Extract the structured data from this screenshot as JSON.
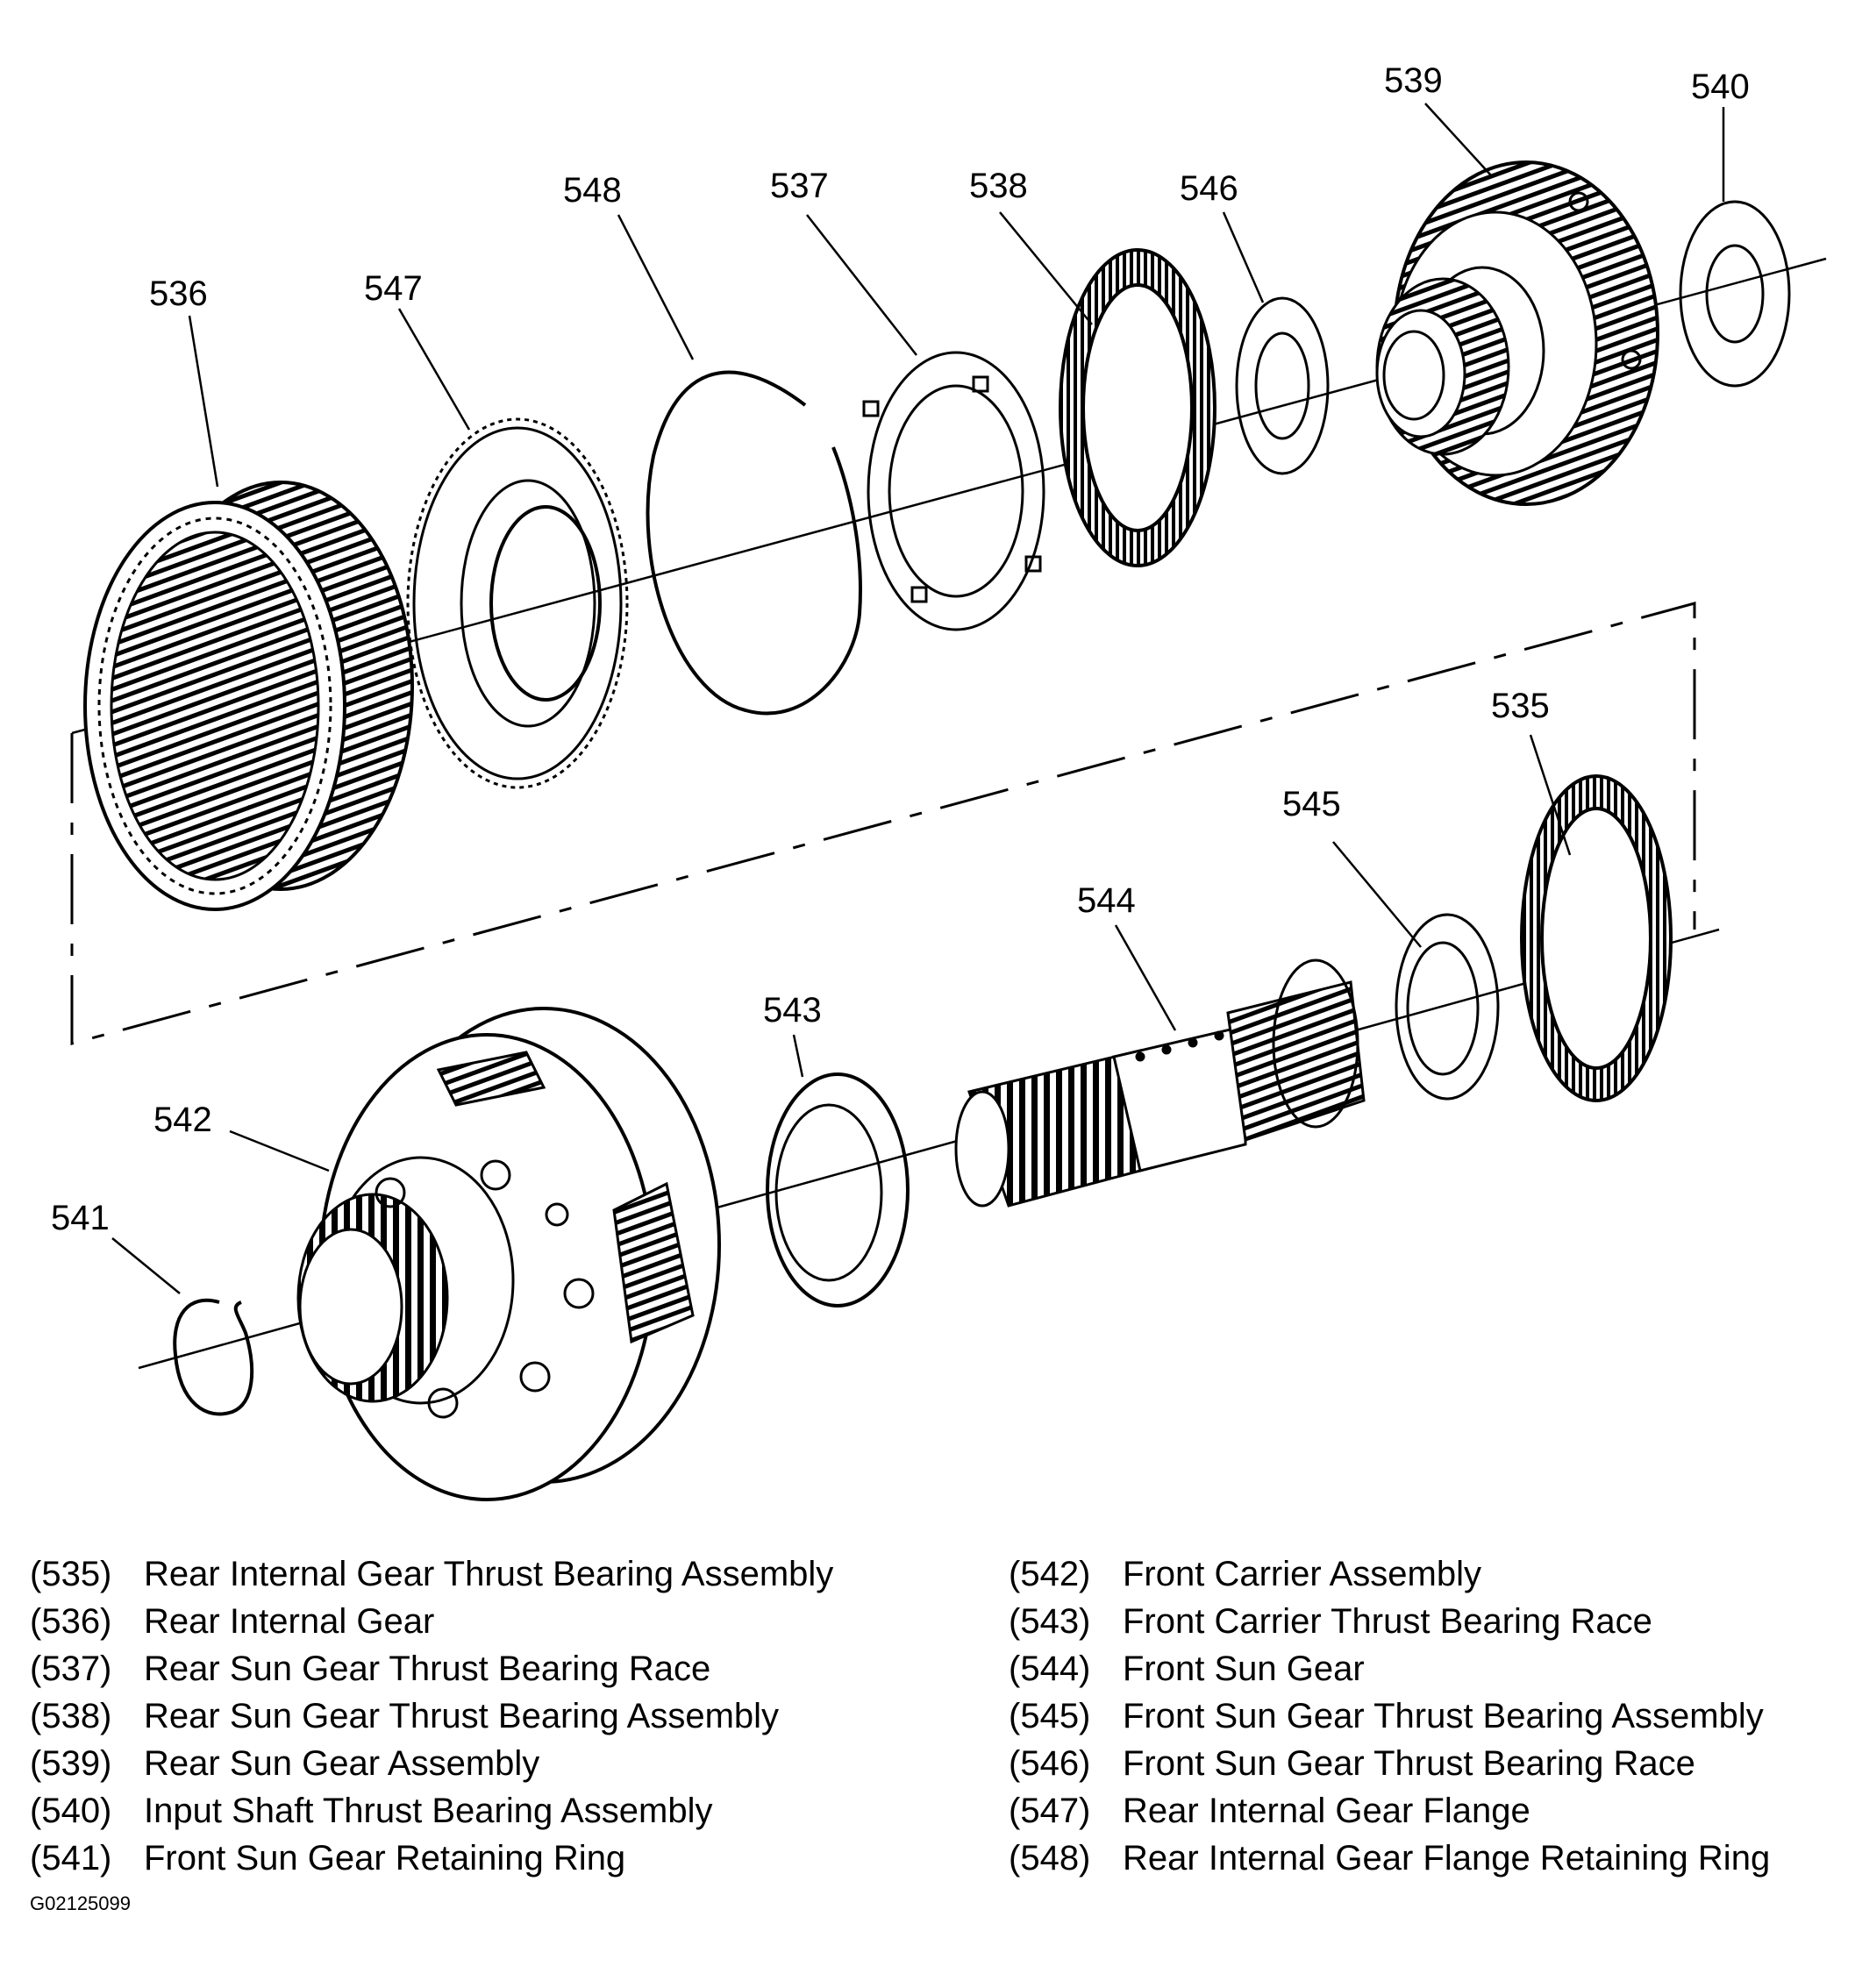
{
  "callouts": [
    "536",
    "547",
    "548",
    "537",
    "538",
    "546",
    "539",
    "540",
    "535",
    "545",
    "544",
    "543",
    "542",
    "541"
  ],
  "legend": {
    "left": [
      {
        "num": "(535)",
        "text": "Rear Internal Gear Thrust Bearing Assembly"
      },
      {
        "num": "(536)",
        "text": "Rear Internal Gear"
      },
      {
        "num": "(537)",
        "text": "Rear Sun Gear Thrust Bearing Race"
      },
      {
        "num": "(538)",
        "text": "Rear Sun Gear Thrust Bearing Assembly"
      },
      {
        "num": "(539)",
        "text": "Rear Sun Gear Assembly"
      },
      {
        "num": "(540)",
        "text": "Input Shaft Thrust Bearing Assembly"
      },
      {
        "num": "(541)",
        "text": "Front Sun Gear Retaining Ring"
      }
    ],
    "right": [
      {
        "num": "(542)",
        "text": "Front Carrier Assembly"
      },
      {
        "num": "(543)",
        "text": "Front Carrier Thrust Bearing Race"
      },
      {
        "num": "(544)",
        "text": "Front Sun Gear"
      },
      {
        "num": "(545)",
        "text": "Front Sun Gear Thrust Bearing Assembly"
      },
      {
        "num": "(546)",
        "text": "Front Sun Gear Thrust Bearing Race"
      },
      {
        "num": "(547)",
        "text": "Rear Internal Gear Flange"
      },
      {
        "num": "(548)",
        "text": "Rear Internal Gear Flange Retaining Ring"
      }
    ]
  },
  "figure_id": "G02125099"
}
